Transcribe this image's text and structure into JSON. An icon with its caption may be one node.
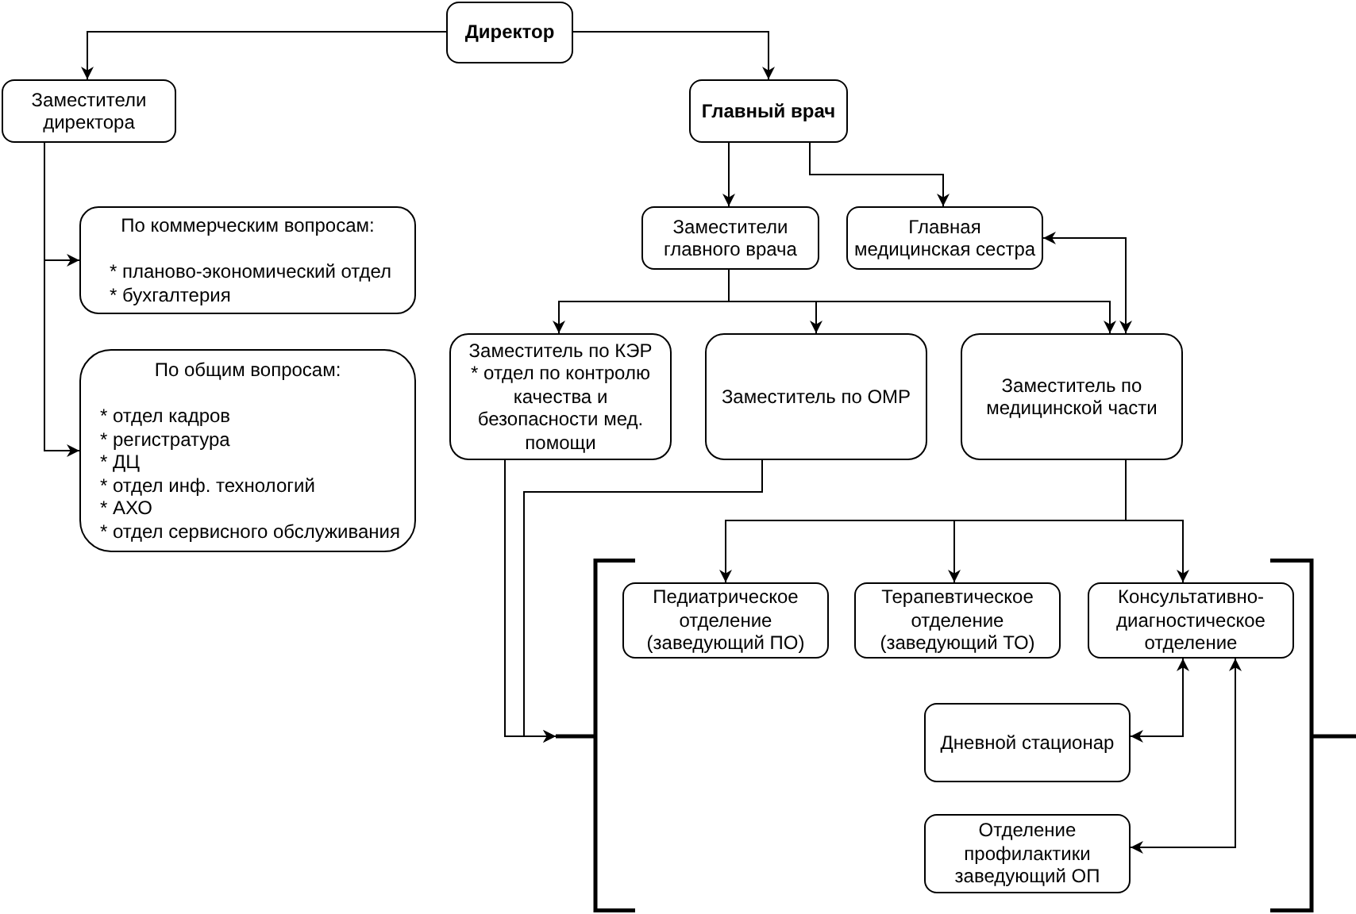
{
  "diagram": {
    "nodes": [
      {
        "text": [
          "Директор"
        ]
      },
      {
        "text": [
          "Заместители директора"
        ]
      },
      {
        "text": [
          "Главный врач"
        ]
      },
      {
        "text": [
          "По коммерческим вопросам:",
          "* планово-экономический отдел",
          "* бухгалтерия"
        ]
      },
      {
        "text": [
          "По общим вопросам:",
          "* отдел кадров",
          "* регистратура",
          "* ДЦ",
          "* отдел инф. технологий",
          "* АХО",
          "* отдел сервисного обслуживания"
        ]
      },
      {
        "text": [
          "Заместители главного врача"
        ]
      },
      {
        "text": [
          "Главная медицинская сестра"
        ]
      },
      {
        "text": [
          "Заместитель по КЭР",
          "* отдел по контролю качества и безопасности мед. помощи"
        ]
      },
      {
        "text": [
          "Заместитель по ОМР"
        ]
      },
      {
        "text": [
          "Заместитель по медицинской части"
        ]
      },
      {
        "text": [
          "Педиатрическое отделение (заведующий ПО)"
        ]
      },
      {
        "text": [
          "Терапевтическое отделение (заведующий ТО)"
        ]
      },
      {
        "text": [
          "Консультативно-диагностическое отделение"
        ]
      },
      {
        "text": [
          "Дневной стационар"
        ]
      },
      {
        "text": [
          "Отделение профилактики заведующий ОП"
        ]
      },
      {
        "text": [],
        "shape": "bracket"
      },
      {
        "text": [],
        "shape": "bracket"
      }
    ],
    "edges": [
      {
        "from": 0,
        "to": 1,
        "arrow": "to"
      },
      {
        "from": 0,
        "to": 2,
        "arrow": "to"
      },
      {
        "from": 1,
        "to": 3,
        "arrow": "to"
      },
      {
        "from": 1,
        "to": 4,
        "arrow": "to"
      },
      {
        "from": 2,
        "to": 5,
        "arrow": "to"
      },
      {
        "from": 2,
        "to": 6,
        "arrow": "to"
      },
      {
        "from": 5,
        "to": 7,
        "arrow": "to"
      },
      {
        "from": 5,
        "to": 8,
        "arrow": "to"
      },
      {
        "from": 5,
        "to": 9,
        "arrow": "to"
      },
      {
        "from": 9,
        "to": 6,
        "arrow": "both"
      },
      {
        "from": 7,
        "to": 15,
        "arrow": "to"
      },
      {
        "from": 8,
        "to": 15,
        "arrow": "to"
      },
      {
        "from": 9,
        "to": 10,
        "arrow": "to"
      },
      {
        "from": 9,
        "to": 11,
        "arrow": "to"
      },
      {
        "from": 9,
        "to": 12,
        "arrow": "to"
      },
      {
        "from": 13,
        "to": 12,
        "arrow": "both"
      },
      {
        "from": 14,
        "to": 12,
        "arrow": "both"
      }
    ]
  }
}
